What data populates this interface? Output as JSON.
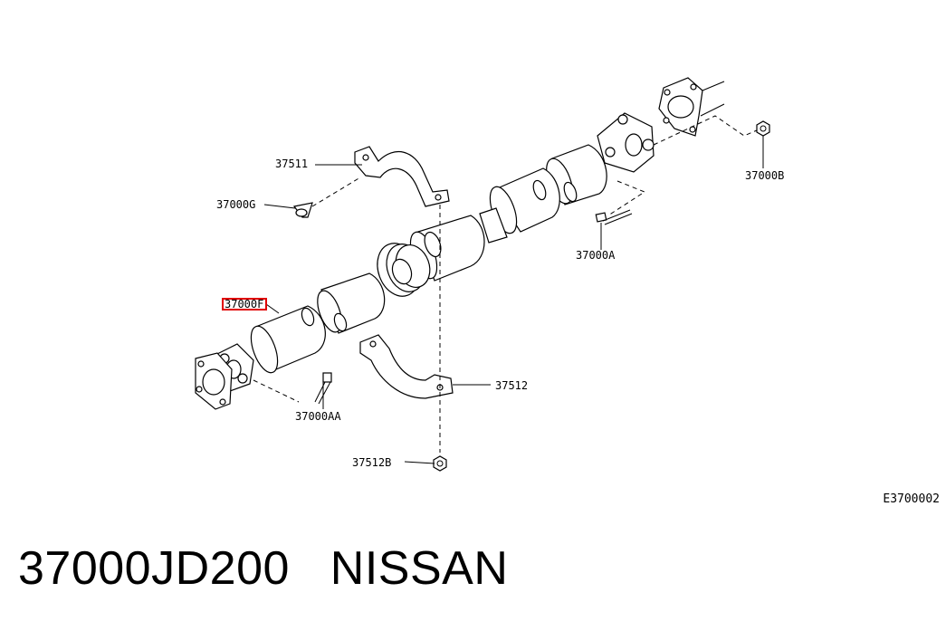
{
  "diagram": {
    "callouts": {
      "c37511": "37511",
      "c37000G": "37000G",
      "c37000B": "37000B",
      "c37000A": "37000A",
      "c37000F": "37000F",
      "c37000AA": "37000AA",
      "c37512": "37512",
      "c37512B": "37512B"
    },
    "highlighted_callout": "c37000F",
    "highlight_color": "#e00000",
    "drawing_code": "E3700002"
  },
  "caption": {
    "part_number": "37000JD200",
    "brand": "NISSAN"
  }
}
